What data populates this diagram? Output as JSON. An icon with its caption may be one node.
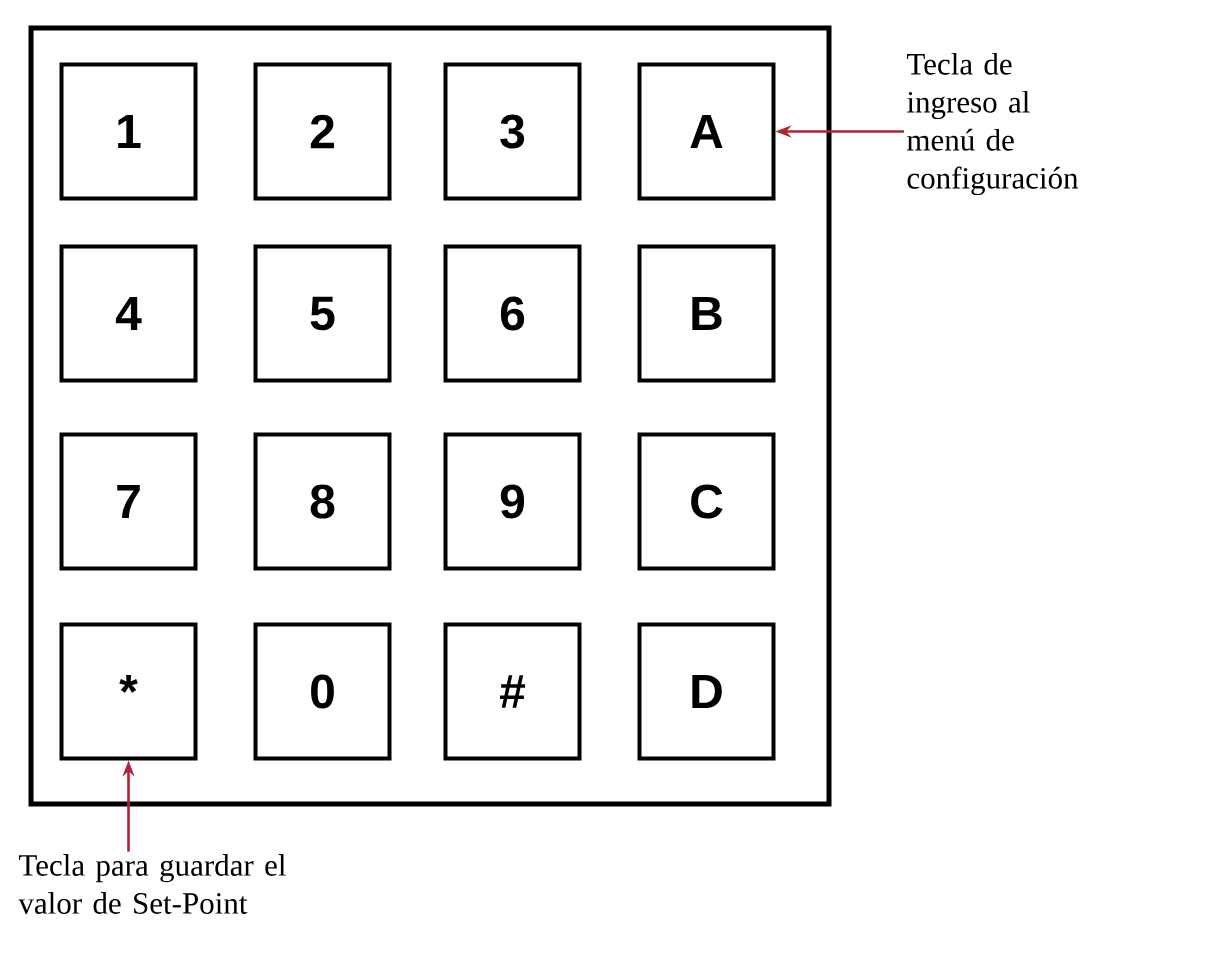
{
  "diagram": {
    "nodes": [
      {
        "text": [],
        "shape": "box"
      },
      {
        "text": [
          "1"
        ],
        "in": 0
      },
      {
        "text": [
          "2"
        ],
        "in": 0
      },
      {
        "text": [
          "3"
        ],
        "in": 0
      },
      {
        "text": [
          "A"
        ],
        "in": 0
      },
      {
        "text": [
          "4"
        ],
        "in": 0
      },
      {
        "text": [
          "5"
        ],
        "in": 0
      },
      {
        "text": [
          "6"
        ],
        "in": 0
      },
      {
        "text": [
          "B"
        ],
        "in": 0
      },
      {
        "text": [
          "7"
        ],
        "in": 0
      },
      {
        "text": [
          "8"
        ],
        "in": 0
      },
      {
        "text": [
          "9"
        ],
        "in": 0
      },
      {
        "text": [
          "C"
        ],
        "in": 0
      },
      {
        "text": [
          "*"
        ],
        "in": 0
      },
      {
        "text": [
          "0"
        ],
        "in": 0
      },
      {
        "text": [
          "#"
        ],
        "in": 0
      },
      {
        "text": [
          "D"
        ],
        "in": 0
      },
      {
        "text": [
          "Tecla de ingreso al menú de configuración"
        ]
      },
      {
        "text": [
          "Tecla para guardar el valor de Set-Point"
        ]
      }
    ],
    "edges": [
      {
        "from": 17,
        "to": 4,
        "arrow": "to"
      },
      {
        "from": 18,
        "to": 13,
        "arrow": "to"
      }
    ]
  }
}
